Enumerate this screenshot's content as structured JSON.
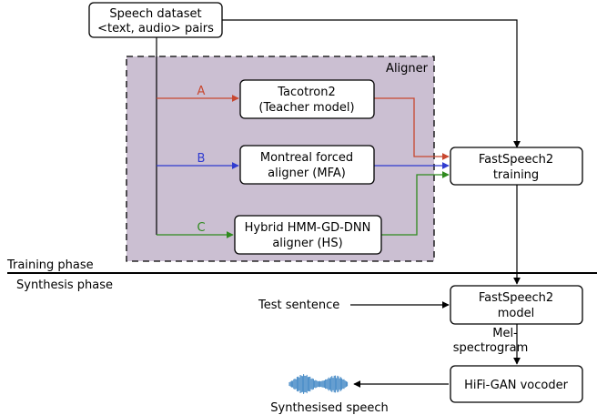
{
  "nodes": {
    "speech_dataset": {
      "line1": "Speech dataset",
      "line2": "<text, audio> pairs"
    },
    "tacotron2": {
      "line1": "Tacotron2",
      "line2": "(Teacher model)"
    },
    "mfa": {
      "line1": "Montreal forced",
      "line2": "aligner (MFA)"
    },
    "hs": {
      "line1": "Hybrid HMM-GD-DNN",
      "line2": "aligner (HS)"
    },
    "fs2_training": {
      "line1": "FastSpeech2",
      "line2": "training"
    },
    "fs2_model": {
      "line1": "FastSpeech2",
      "line2": "model"
    },
    "hifigan": {
      "line1": "HiFi-GAN vocoder"
    }
  },
  "aligner_region": {
    "label": "Aligner",
    "fill": "#cbbfd2"
  },
  "paths": [
    {
      "label": "A",
      "color": "#c8472f"
    },
    {
      "label": "B",
      "color": "#2f3bd0"
    },
    {
      "label": "C",
      "color": "#2f8a1e"
    }
  ],
  "phases": {
    "training": "Training phase",
    "synthesis": "Synthesis phase"
  },
  "labels": {
    "test_sentence": "Test sentence",
    "mel_line1": "Mel-",
    "mel_line2": "spectrogram",
    "synthesised_speech": "Synthesised speech"
  },
  "icons": {
    "waveform": "waveform-icon"
  }
}
